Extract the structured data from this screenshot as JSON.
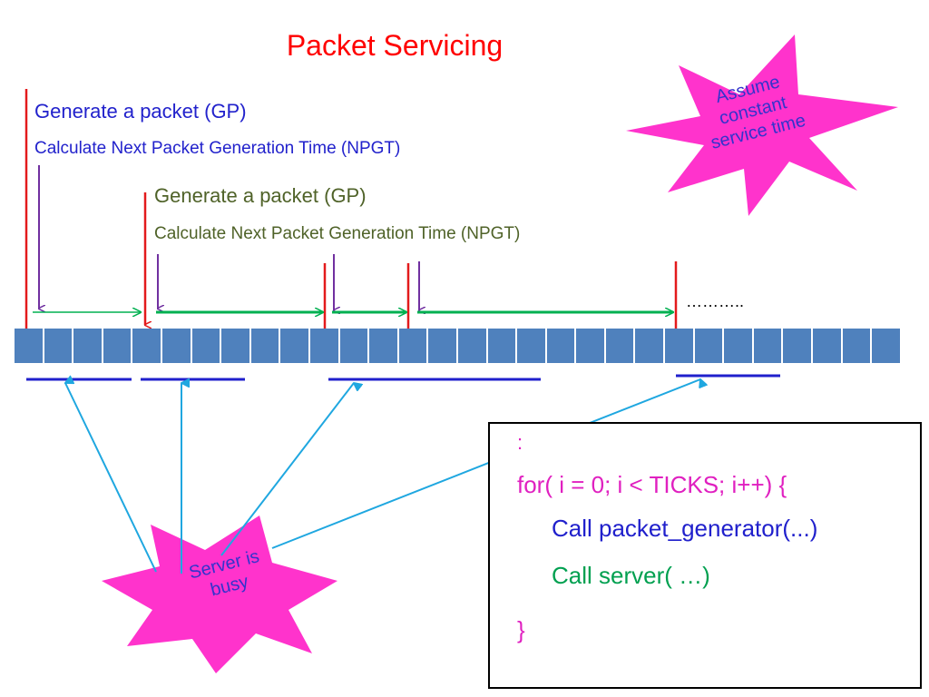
{
  "title": "Packet Servicing",
  "labels": {
    "gp_first": "Generate a packet (GP)",
    "npgt_first": "Calculate Next Packet Generation Time (NPGT)",
    "gp_second": "Generate a packet (GP)",
    "npgt_second": "Calculate Next Packet Generation Time (NPGT)",
    "continuation": "……….."
  },
  "callouts": {
    "assume_line1": "Assume",
    "assume_line2": "constant",
    "assume_line3": "service time",
    "server_line1": "Server is",
    "server_line2": "busy"
  },
  "code": {
    "colon": ":",
    "for_line": "for( i = 0; i < TICKS; i++) {",
    "generator_call": "Call packet_generator(...)",
    "server_call": "Call server( …)",
    "closing": "}"
  },
  "timeline": {
    "cell_count": 30
  },
  "colors": {
    "title": "#ff0000",
    "gp_arrow": "#e31a1c",
    "npgt_arrow": "#7030a0",
    "interval_arrow": "#00b050",
    "timeline_cell": "#4f81bd",
    "busy_bar": "#2020cc",
    "pointer_line": "#1fa7e0",
    "starburst": "#ff33cc"
  }
}
